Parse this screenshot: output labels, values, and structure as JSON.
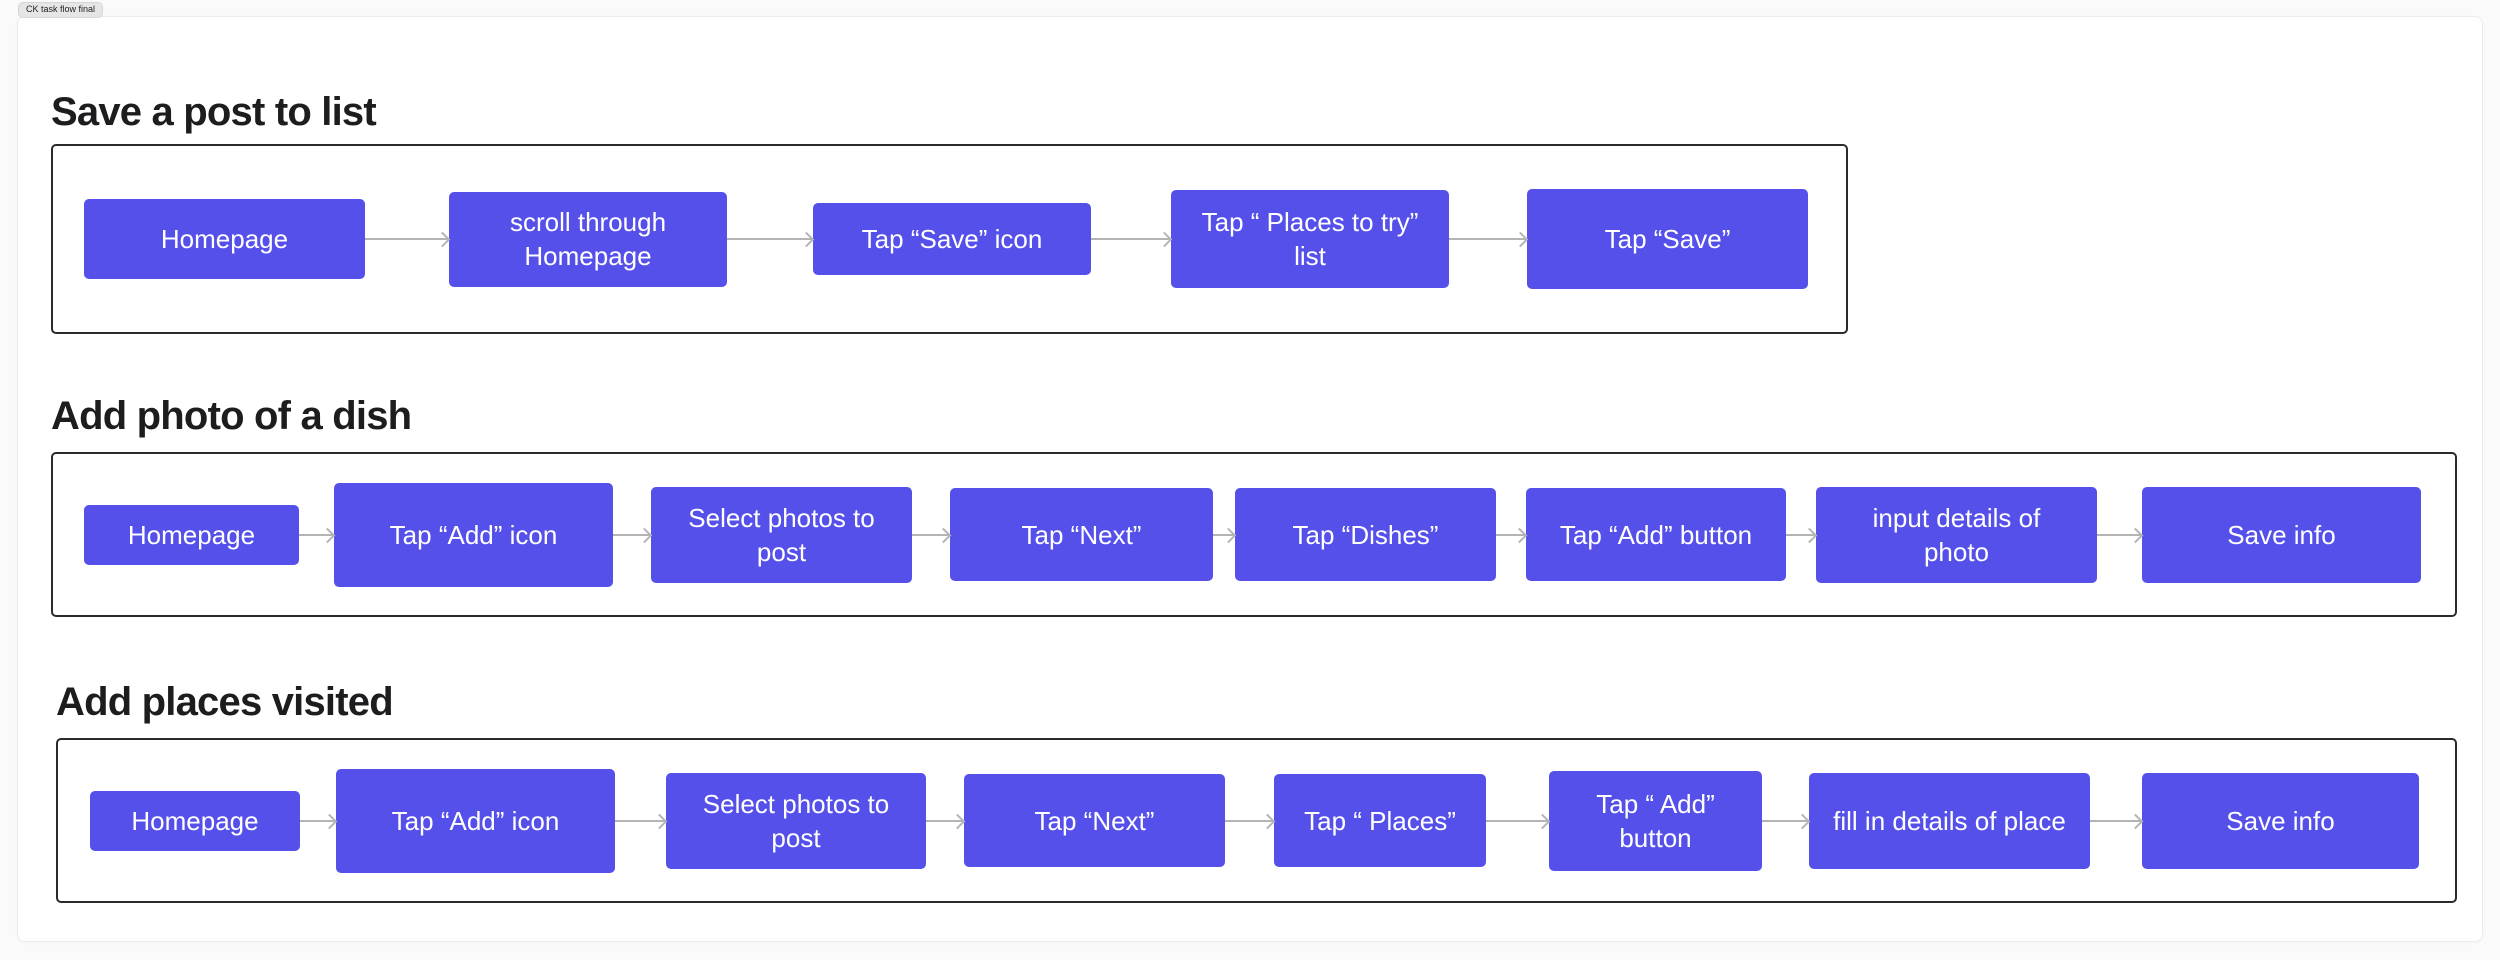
{
  "frame": {
    "label": "CK task flow final"
  },
  "sections": [
    {
      "title": "Save a post to list",
      "steps": [
        "Homepage",
        "scroll through Homepage",
        "Tap “Save” icon",
        "Tap “ Places to try” list",
        "Tap “Save”"
      ]
    },
    {
      "title": "Add photo of a dish",
      "steps": [
        "Homepage",
        "Tap “Add” icon",
        "Select photos to post",
        "Tap “Next”",
        "Tap “Dishes”",
        "Tap “Add” button",
        "input details of photo",
        "Save info"
      ]
    },
    {
      "title": "Add places visited",
      "steps": [
        "Homepage",
        "Tap “Add” icon",
        "Select photos to post",
        "Tap “Next”",
        "Tap “ Places”",
        "Tap “ Add” button",
        "fill in details of place",
        "Save info"
      ]
    }
  ],
  "colors": {
    "node_fill": "#5650EB",
    "node_text": "#FFFFFF",
    "container_border": "#2B2B2B",
    "arrow": "#B4B4B4",
    "heading": "#1D1D1F"
  }
}
